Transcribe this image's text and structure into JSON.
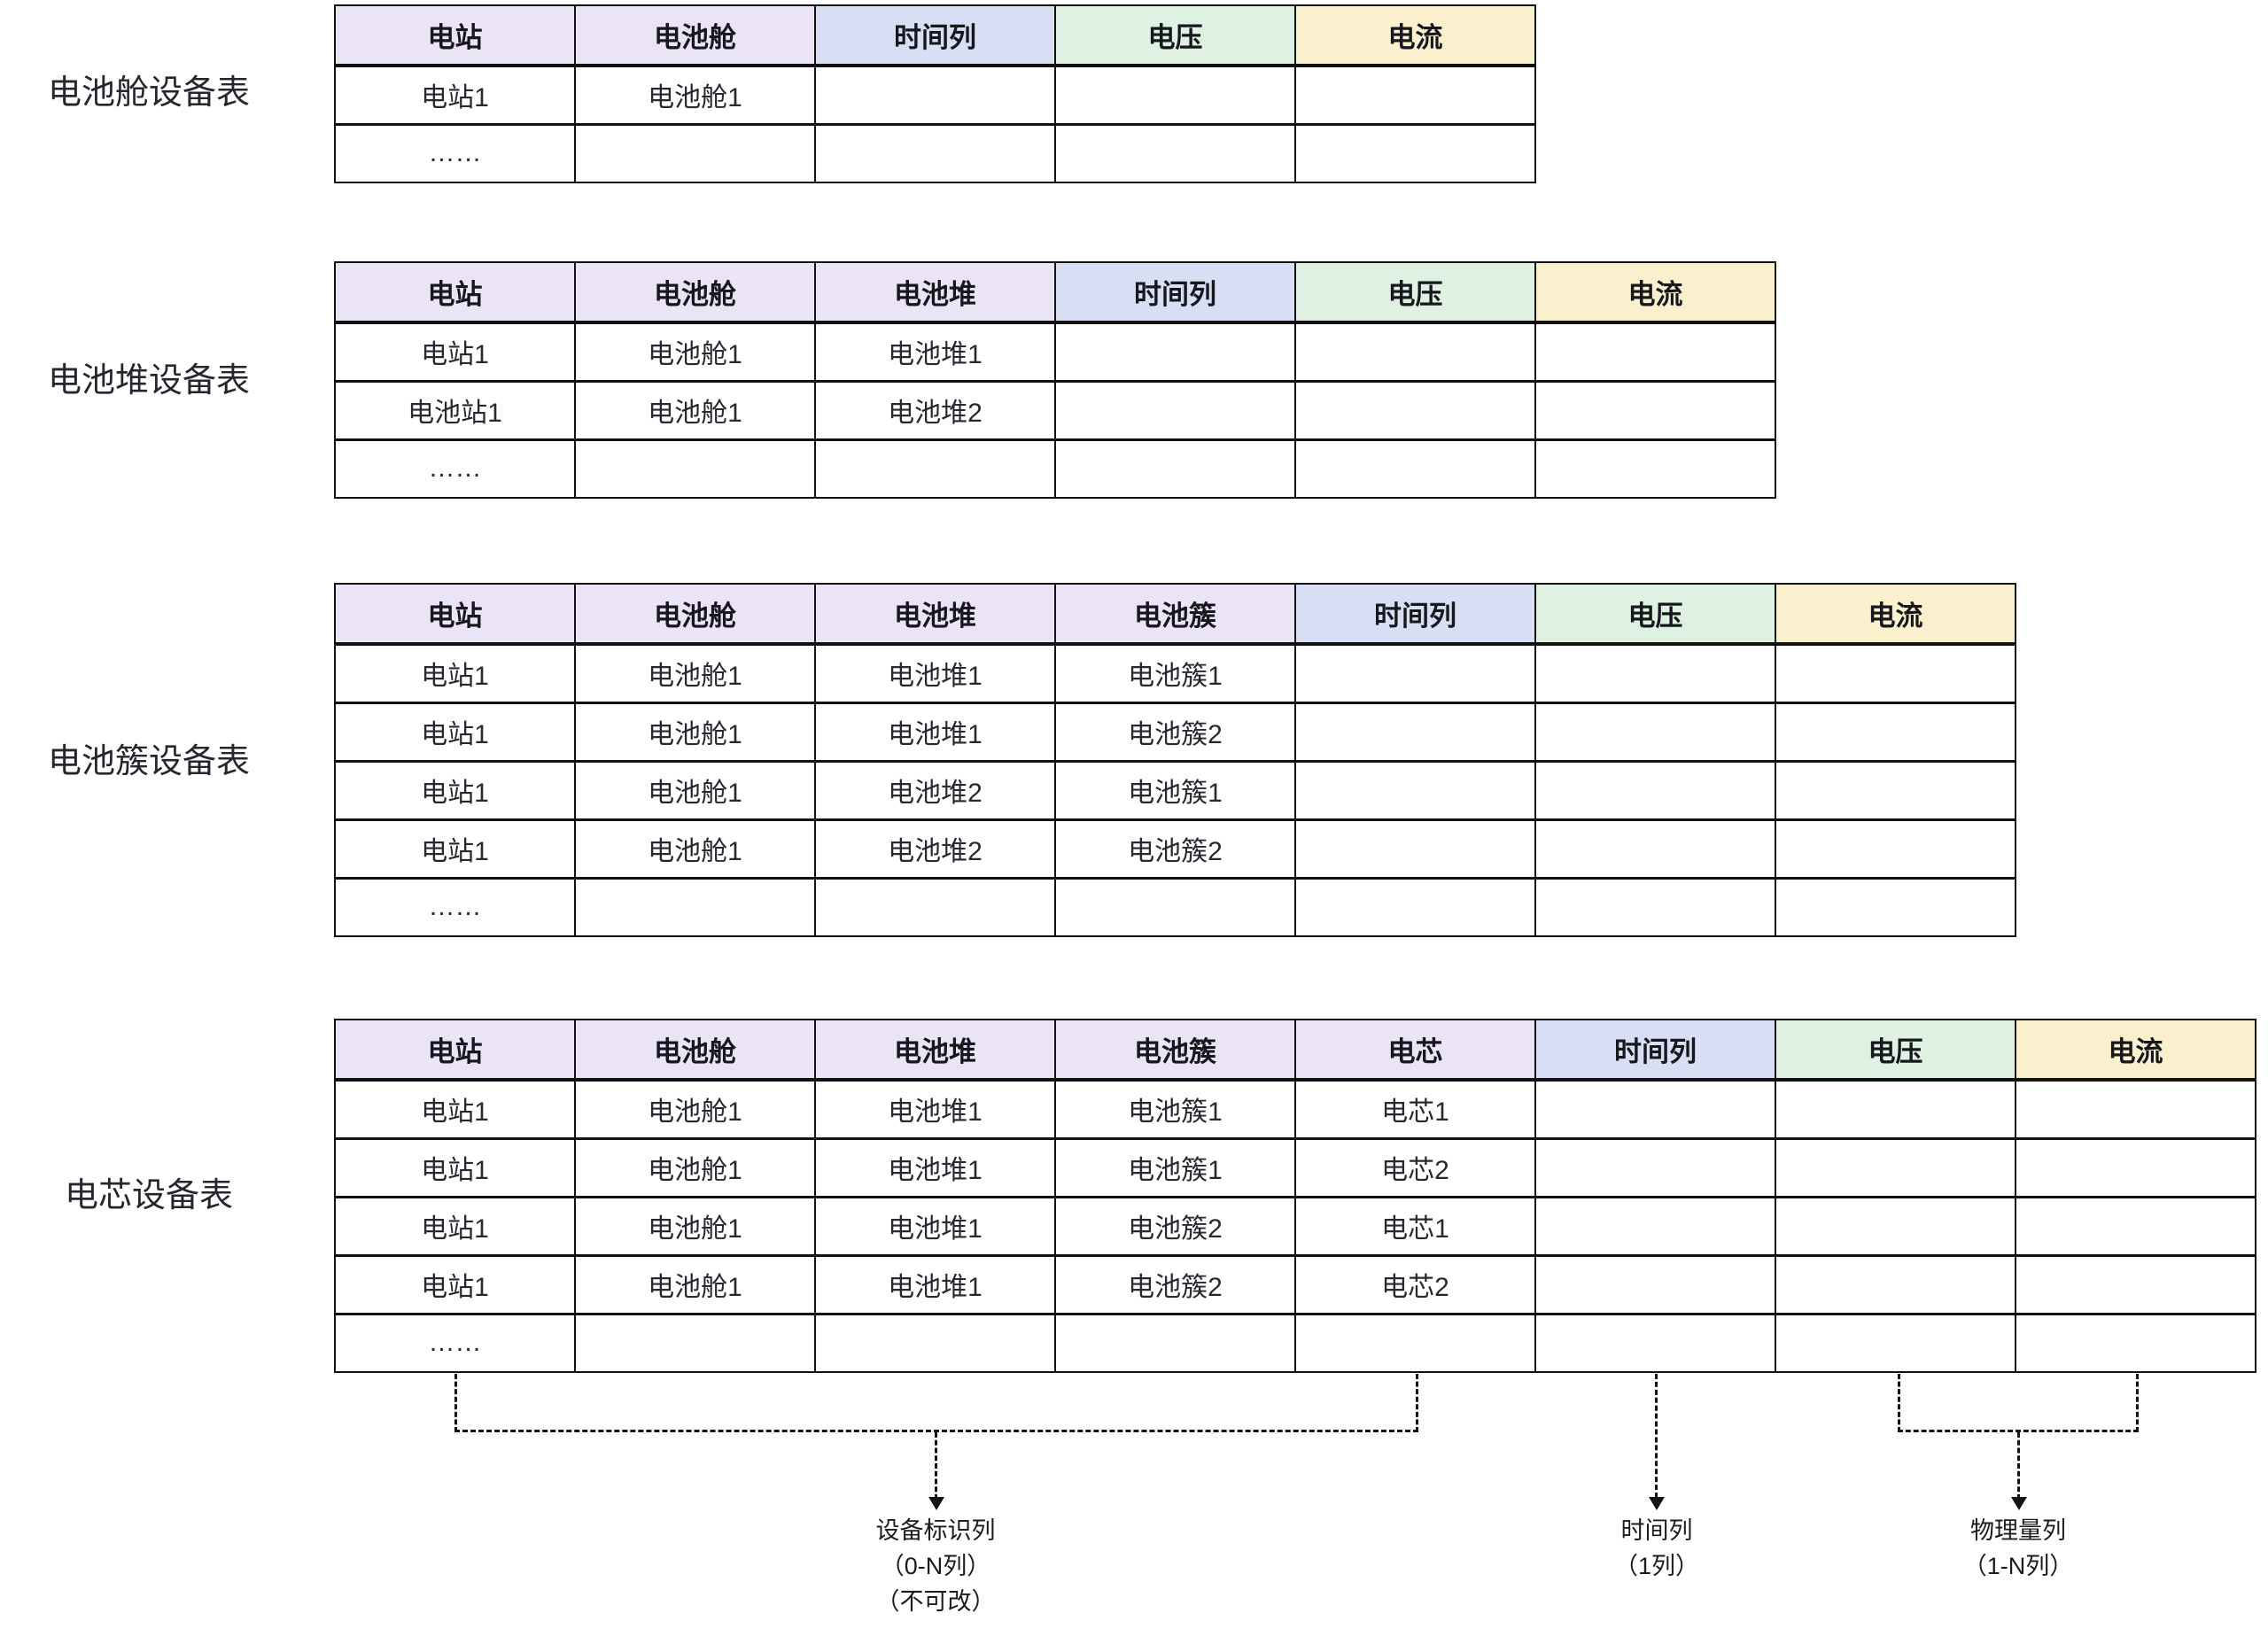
{
  "colors": {
    "device": "#ebe4f7",
    "time": "#d8def3",
    "voltage": "#dff1e3",
    "current": "#fbf0ce",
    "border": "#111111",
    "text": "#1c1c1c"
  },
  "tables": [
    {
      "label": "电池舱设备表",
      "columns": [
        {
          "label": "电站",
          "type": "device"
        },
        {
          "label": "电池舱",
          "type": "device"
        },
        {
          "label": "时间列",
          "type": "time"
        },
        {
          "label": "电压",
          "type": "voltage"
        },
        {
          "label": "电流",
          "type": "current"
        }
      ],
      "rows": [
        [
          "电站1",
          "电池舱1",
          "",
          "",
          ""
        ],
        [
          "……",
          "",
          "",
          "",
          ""
        ]
      ]
    },
    {
      "label": "电池堆设备表",
      "columns": [
        {
          "label": "电站",
          "type": "device"
        },
        {
          "label": "电池舱",
          "type": "device"
        },
        {
          "label": "电池堆",
          "type": "device"
        },
        {
          "label": "时间列",
          "type": "time"
        },
        {
          "label": "电压",
          "type": "voltage"
        },
        {
          "label": "电流",
          "type": "current"
        }
      ],
      "rows": [
        [
          "电站1",
          "电池舱1",
          "电池堆1",
          "",
          "",
          ""
        ],
        [
          "电池站1",
          "电池舱1",
          "电池堆2",
          "",
          "",
          ""
        ],
        [
          "……",
          "",
          "",
          "",
          "",
          ""
        ]
      ]
    },
    {
      "label": "电池簇设备表",
      "columns": [
        {
          "label": "电站",
          "type": "device"
        },
        {
          "label": "电池舱",
          "type": "device"
        },
        {
          "label": "电池堆",
          "type": "device"
        },
        {
          "label": "电池簇",
          "type": "device"
        },
        {
          "label": "时间列",
          "type": "time"
        },
        {
          "label": "电压",
          "type": "voltage"
        },
        {
          "label": "电流",
          "type": "current"
        }
      ],
      "rows": [
        [
          "电站1",
          "电池舱1",
          "电池堆1",
          "电池簇1",
          "",
          "",
          ""
        ],
        [
          "电站1",
          "电池舱1",
          "电池堆1",
          "电池簇2",
          "",
          "",
          ""
        ],
        [
          "电站1",
          "电池舱1",
          "电池堆2",
          "电池簇1",
          "",
          "",
          ""
        ],
        [
          "电站1",
          "电池舱1",
          "电池堆2",
          "电池簇2",
          "",
          "",
          ""
        ],
        [
          "……",
          "",
          "",
          "",
          "",
          "",
          ""
        ]
      ]
    },
    {
      "label": "电芯设备表",
      "columns": [
        {
          "label": "电站",
          "type": "device"
        },
        {
          "label": "电池舱",
          "type": "device"
        },
        {
          "label": "电池堆",
          "type": "device"
        },
        {
          "label": "电池簇",
          "type": "device"
        },
        {
          "label": "电芯",
          "type": "device"
        },
        {
          "label": "时间列",
          "type": "time"
        },
        {
          "label": "电压",
          "type": "voltage"
        },
        {
          "label": "电流",
          "type": "current"
        }
      ],
      "rows": [
        [
          "电站1",
          "电池舱1",
          "电池堆1",
          "电池簇1",
          "电芯1",
          "",
          "",
          ""
        ],
        [
          "电站1",
          "电池舱1",
          "电池堆1",
          "电池簇1",
          "电芯2",
          "",
          "",
          ""
        ],
        [
          "电站1",
          "电池舱1",
          "电池堆1",
          "电池簇2",
          "电芯1",
          "",
          "",
          ""
        ],
        [
          "电站1",
          "电池舱1",
          "电池堆1",
          "电池簇2",
          "电芯2",
          "",
          "",
          ""
        ],
        [
          "……",
          "",
          "",
          "",
          "",
          "",
          "",
          ""
        ]
      ]
    }
  ],
  "annotations": [
    {
      "lines": [
        "设备标识列",
        "（0-N列）",
        "（不可改）"
      ]
    },
    {
      "lines": [
        "时间列",
        "（1列）"
      ]
    },
    {
      "lines": [
        "物理量列",
        "（1-N列）"
      ]
    }
  ]
}
